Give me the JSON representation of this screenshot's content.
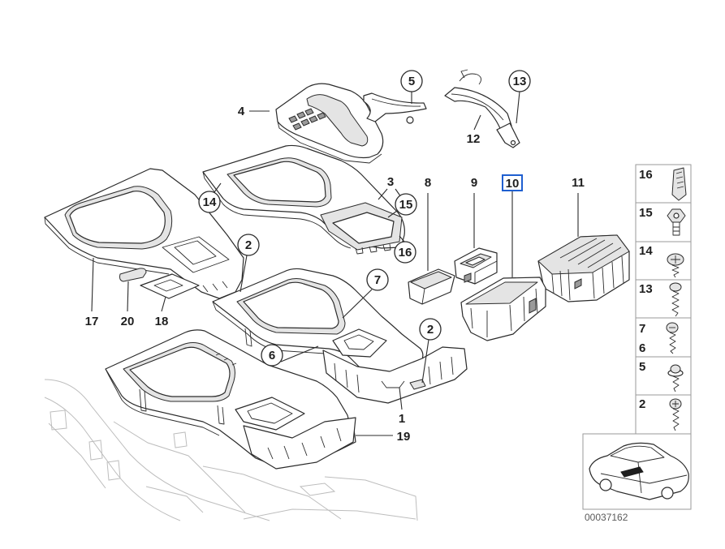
{
  "diagram": {
    "callouts": [
      "4",
      "5",
      "13",
      "12",
      "3",
      "8",
      "9",
      "11",
      "14",
      "15",
      "16",
      "2",
      "7",
      "17",
      "20",
      "18",
      "6",
      "2",
      "1",
      "19"
    ],
    "selected_callout": "10"
  },
  "fastener_legend": [
    {
      "labels": [
        "16"
      ],
      "icon": "clip-icon"
    },
    {
      "labels": [
        "15"
      ],
      "icon": "push-nut-icon"
    },
    {
      "labels": [
        "14"
      ],
      "icon": "oval-head-screw-icon"
    },
    {
      "labels": [
        "13"
      ],
      "icon": "self-tapping-screw-icon"
    },
    {
      "labels": [
        "7",
        "6"
      ],
      "icon": "machine-screw-icon"
    },
    {
      "labels": [
        "5"
      ],
      "icon": "collar-screw-icon"
    },
    {
      "labels": [
        "2"
      ],
      "icon": "screw-icon"
    }
  ],
  "overview": {
    "reference_number": "00037162",
    "icon": "car-location-icon"
  },
  "colors": {
    "lines": "#2b2b2b",
    "highlight": "#1f5fd0",
    "faint": "#bdbdbd",
    "caption": "#5a5a5a"
  }
}
